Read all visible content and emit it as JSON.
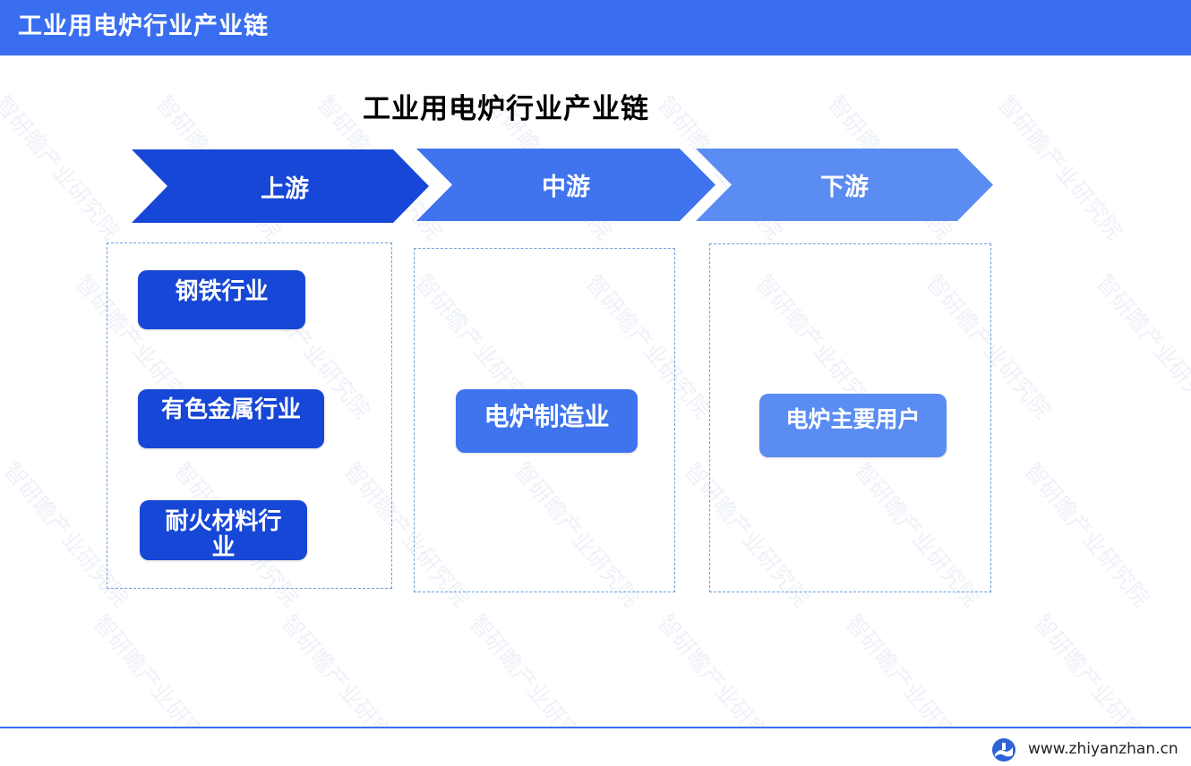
{
  "header": {
    "title": "工业用电炉行业产业链"
  },
  "diagram": {
    "title": "工业用电炉行业产业链",
    "stages": [
      {
        "label": "上游",
        "color": "#1747d6"
      },
      {
        "label": "中游",
        "color": "#3f74ee"
      },
      {
        "label": "下游",
        "color": "#5a8cf2"
      }
    ],
    "upstream_items": [
      "钢铁行业",
      "有色金属行业",
      "耐火材料行业"
    ],
    "midstream_items": [
      "电炉制造业"
    ],
    "downstream_items": [
      "电炉主要用户"
    ]
  },
  "watermark": {
    "text": "智研瞻产业研究院"
  },
  "footer": {
    "url": "www.zhiyanzhan.cn"
  },
  "colors": {
    "header": "#3a6ef0",
    "dashed_border": "#6a9fd8"
  }
}
